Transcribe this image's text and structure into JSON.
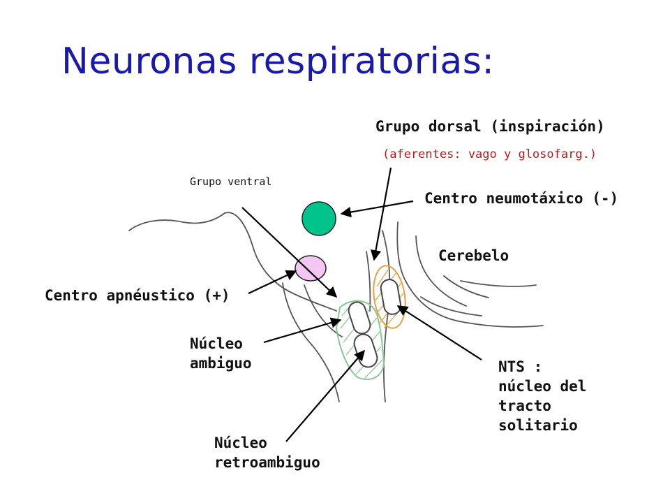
{
  "title": "Neuronas respiratorias:",
  "labels": {
    "grupo_dorsal": "Grupo dorsal (inspiración)",
    "aferentes": "(aferentes: vago y glosofarg.)",
    "grupo_ventral": "Grupo ventral",
    "centro_neumotaxico": "Centro neumotáxico (-)",
    "cerebelo": "Cerebelo",
    "centro_apneustico": "Centro apnéustico (+)",
    "nucleo_ambiguo": [
      "Núcleo",
      "ambiguo"
    ],
    "nucleo_retroambiguo": [
      "Núcleo",
      "retroambiguo"
    ],
    "nts": [
      "NTS :",
      "núcleo del",
      "tracto",
      "solitario"
    ]
  },
  "colors": {
    "title": "#1a1aa8",
    "aferentes_text": "#c01818",
    "neumotaxico_fill": "#00c48c",
    "apneustico_fill": "#f4c6f4",
    "nts_hatch": "#e8a040",
    "ambiguo_hatch": "#88c890",
    "brainstem_stroke": "#555555"
  }
}
